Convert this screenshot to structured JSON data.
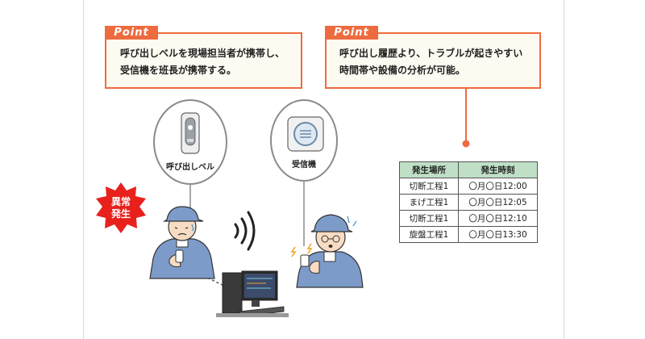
{
  "points": [
    {
      "tag": "Point",
      "lines": [
        "呼び出しベルを現場担当者が携帯し、",
        "受信機を班長が携帯する。"
      ]
    },
    {
      "tag": "Point",
      "lines": [
        "呼び出し履歴より、トラブルが起きやすい",
        "時間帯や設備の分析が可能。"
      ]
    }
  ],
  "devices": {
    "bell_label": "呼び出しベル",
    "receiver_label": "受信機"
  },
  "alert_badge": {
    "line1": "異常",
    "line2": "発生"
  },
  "history_table": {
    "headers": [
      "発生場所",
      "発生時刻"
    ],
    "rows": [
      [
        "切断工程1",
        "〇月〇日12:00"
      ],
      [
        "まげ工程1",
        "〇月〇日12:05"
      ],
      [
        "切断工程1",
        "〇月〇日12:10"
      ],
      [
        "旋盤工程1",
        "〇月〇日13:30"
      ]
    ]
  },
  "colors": {
    "accent": "#ee6b3f",
    "header_green": "#bfe0c6",
    "box_bg": "#fdfaf1",
    "uniform": "#7d9bc9"
  }
}
